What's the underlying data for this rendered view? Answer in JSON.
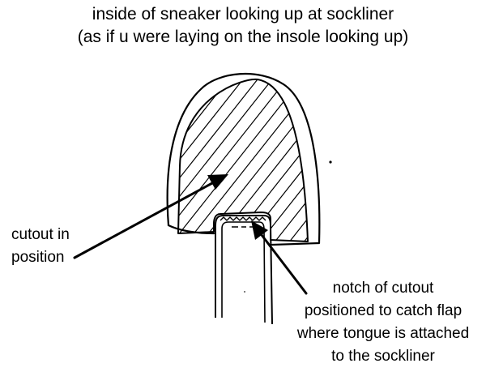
{
  "title": {
    "line1": "inside of sneaker looking up at sockliner",
    "line2": "(as if u were laying on the insole looking up)"
  },
  "labels": {
    "cutout": {
      "line1": "cutout in",
      "line2": "position"
    },
    "notch": {
      "line1": "notch of cutout",
      "line2": "positioned to catch flap",
      "line3": "where tongue is attached",
      "line4": "to the sockliner"
    }
  },
  "colors": {
    "ink": "#000000",
    "background": "#ffffff"
  }
}
